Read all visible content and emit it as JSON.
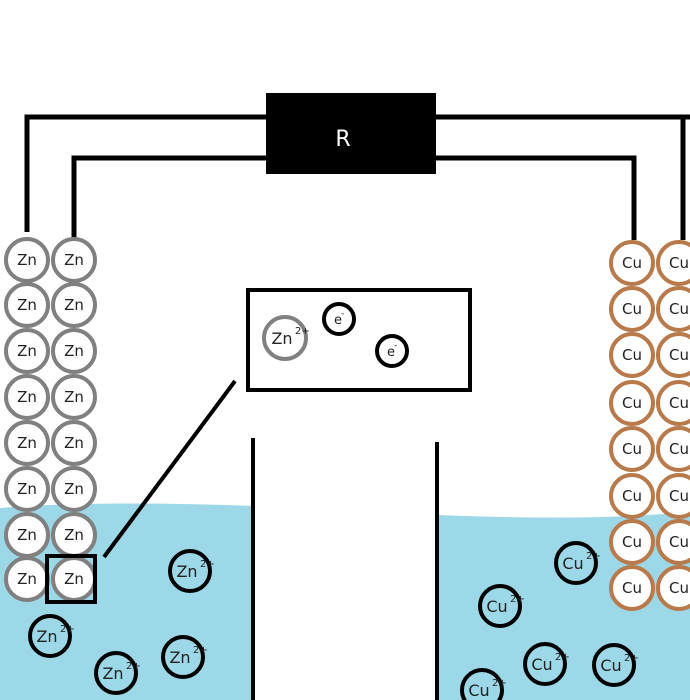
{
  "resistor": {
    "label": "R"
  },
  "zinc": {
    "symbol": "Zn",
    "ion_symbol": "Zn",
    "ion_charge": "2+"
  },
  "copper": {
    "symbol": "Cu",
    "ion_symbol": "Cu",
    "ion_charge": "2+"
  },
  "electron": {
    "symbol": "e",
    "charge": "-"
  },
  "colors": {
    "solution": "#9cd8e7",
    "zinc_atom_stroke": "#808080",
    "copper_atom_stroke": "#b87a4b",
    "wire": "#000000",
    "resistor_fill": "#000000"
  }
}
